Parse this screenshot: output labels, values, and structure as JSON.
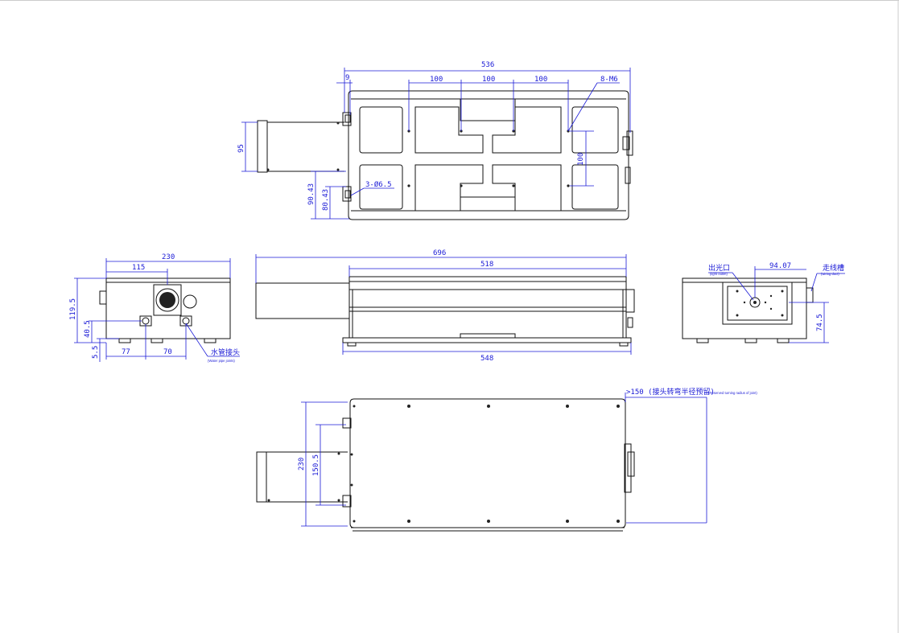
{
  "top_view": {
    "dims": {
      "total_length": "536",
      "left_offset": "9",
      "pitch_1": "100",
      "pitch_2": "100",
      "pitch_3": "100",
      "screw_spec": "8-M6",
      "vert_pitch": "100",
      "handle_width": "95",
      "hole_spec": "3-Ø6.5",
      "offset_a": "90.43",
      "offset_b": "80.43"
    }
  },
  "side_view_left": {
    "dims": {
      "width": "230",
      "center": "115",
      "height": "119.5",
      "low_a": "40.5",
      "low_b": "5.5",
      "x_a": "77",
      "x_b": "70"
    },
    "water_label_cn": "水管接头",
    "water_label_en": "(Water pipe joints)"
  },
  "front_view": {
    "dims": {
      "overall": "696",
      "body": "518",
      "base": "548"
    }
  },
  "side_view_right": {
    "dims": {
      "offset": "94.07",
      "height": "74.5"
    },
    "out_label_cn": "出光口",
    "out_label_en": "(light outlet)",
    "slot_label_cn": "走线槽",
    "slot_label_en": "(wiring duct)"
  },
  "bottom_view": {
    "dims": {
      "height": "230",
      "inner": "150.5"
    },
    "reserve_label_cn": ">150 (接头转弯半径预留)",
    "reserve_label_en": "(Reserved turning radius of joint)"
  },
  "colors": {
    "dimension": "#1a1ad6",
    "outline": "#111111"
  }
}
